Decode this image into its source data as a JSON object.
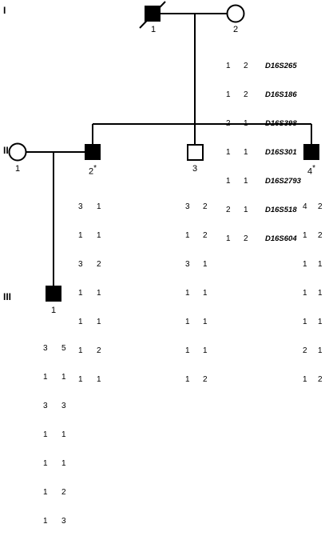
{
  "generations": [
    "I",
    "II",
    "III"
  ],
  "gen_I": {
    "father": {
      "label": "1",
      "affected": true,
      "deceased": true
    },
    "mother": {
      "label": "2",
      "affected": false
    },
    "markers": [
      "D16S265",
      "D16S186",
      "D16S398",
      "D16S301",
      "D16S2793",
      "D16S518",
      "D16S604"
    ],
    "mother_haplotype": [
      [
        "1",
        "2"
      ],
      [
        "1",
        "2"
      ],
      [
        "2",
        "1"
      ],
      [
        "1",
        "1"
      ],
      [
        "1",
        "1"
      ],
      [
        "2",
        "1"
      ],
      [
        "1",
        "2"
      ]
    ]
  },
  "gen_II": {
    "spouse": {
      "label": "1",
      "affected": false
    },
    "son2": {
      "label": "2",
      "star": "*",
      "affected": true,
      "haplotype": [
        [
          "3",
          "1"
        ],
        [
          "1",
          "1"
        ],
        [
          "3",
          "2"
        ],
        [
          "1",
          "1"
        ],
        [
          "1",
          "1"
        ],
        [
          "1",
          "2"
        ],
        [
          "1",
          "1"
        ]
      ]
    },
    "son3": {
      "label": "3",
      "affected": false,
      "haplotype": [
        [
          "3",
          "2"
        ],
        [
          "1",
          "2"
        ],
        [
          "3",
          "1"
        ],
        [
          "1",
          "1"
        ],
        [
          "1",
          "1"
        ],
        [
          "1",
          "1"
        ],
        [
          "1",
          "2"
        ]
      ]
    },
    "son4": {
      "label": "4",
      "star": "*",
      "affected": true,
      "haplotype": [
        [
          "4",
          "2"
        ],
        [
          "1",
          "2"
        ],
        [
          "1",
          "1"
        ],
        [
          "1",
          "1"
        ],
        [
          "1",
          "1"
        ],
        [
          "2",
          "1"
        ],
        [
          "1",
          "2"
        ]
      ]
    }
  },
  "gen_III": {
    "child": {
      "label": "1",
      "affected": true,
      "haplotype": [
        [
          "3",
          "5"
        ],
        [
          "1",
          "1"
        ],
        [
          "3",
          "3"
        ],
        [
          "1",
          "1"
        ],
        [
          "1",
          "1"
        ],
        [
          "1",
          "2"
        ],
        [
          "1",
          "3"
        ]
      ]
    }
  }
}
